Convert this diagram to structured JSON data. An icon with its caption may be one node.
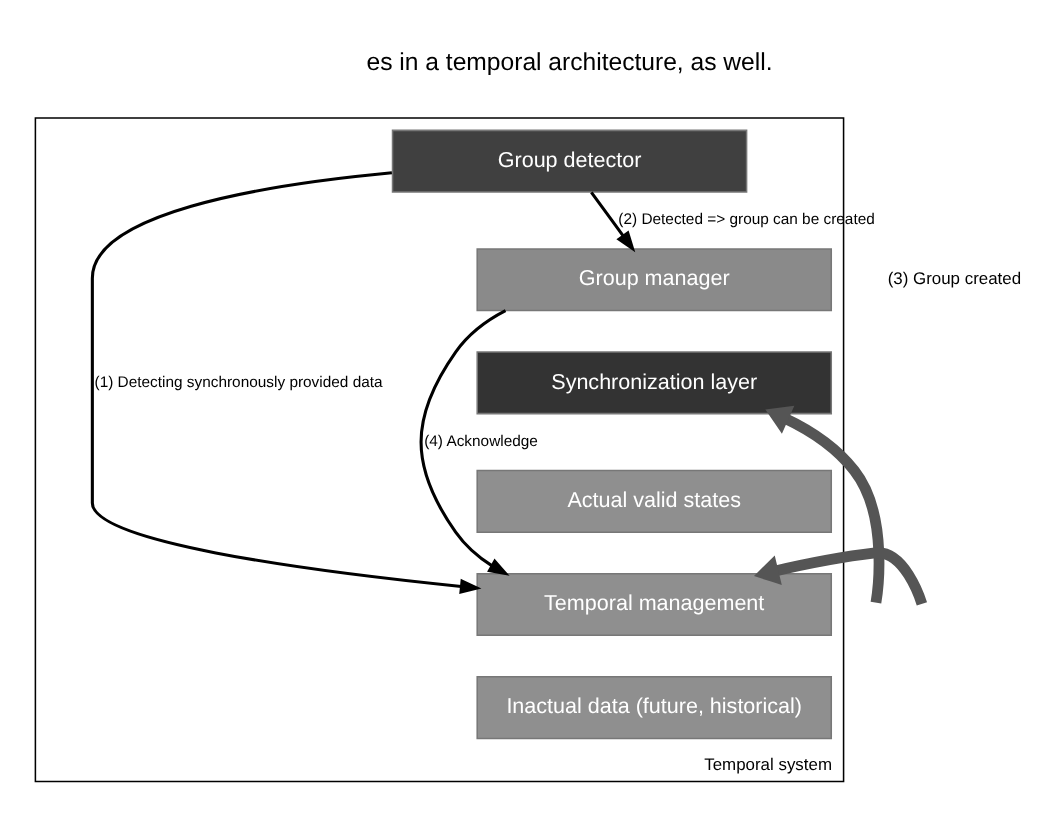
{
  "diagram": {
    "nodes": [
      {
        "text": [
          "Temporal system"
        ]
      },
      {
        "text": [
          "Group detector"
        ],
        "in": 0
      },
      {
        "text": [
          "Group manager"
        ],
        "in": 0
      },
      {
        "text": [
          "Synchronization layer"
        ],
        "in": 0
      },
      {
        "text": [
          "Actual valid states"
        ],
        "in": 0
      },
      {
        "text": [
          "Temporal management"
        ],
        "in": 0
      },
      {
        "text": [
          "Inactual data (future, historical)"
        ],
        "in": 0
      }
    ],
    "edges": [
      {
        "from": 1,
        "to": 5,
        "arrow": "to",
        "label": "(1) Detecting synchronously provided data"
      },
      {
        "from": 1,
        "to": 2,
        "arrow": "to",
        "label": "(2) Detected => group can be created"
      },
      {
        "from": 2,
        "to": 5,
        "arrow": "to",
        "label": "(4) Acknowledge"
      },
      {
        "from": null,
        "to": 3,
        "arrow": "to",
        "style": "thick",
        "color": "#555555"
      },
      {
        "from": null,
        "to": 5,
        "arrow": "to",
        "style": "thick",
        "color": "#555555"
      }
    ],
    "labels": [
      "es in a temporal architecture, as well.",
      "(3) Group created"
    ]
  }
}
